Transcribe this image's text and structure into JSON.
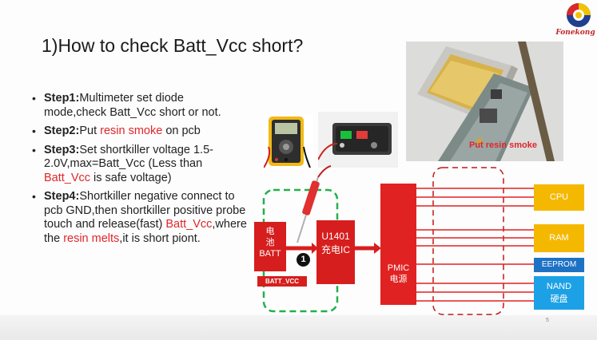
{
  "slide": {
    "title": "1)How to check Batt_Vcc short?",
    "logo_text": "Fonekong",
    "page_number": "5"
  },
  "steps": [
    {
      "label": "Step1:",
      "parts": [
        {
          "text": "Multimeter set diode mode,check Batt_Vcc short or not.",
          "highlight": false
        }
      ]
    },
    {
      "label": "Step2:",
      "parts": [
        {
          "text": "Put ",
          "highlight": false
        },
        {
          "text": "resin smoke",
          "highlight": true
        },
        {
          "text": " on pcb",
          "highlight": false
        }
      ]
    },
    {
      "label": "Step3:",
      "parts": [
        {
          "text": "Set shortkiller voltage 1.5-2.0V,max=Batt_Vcc (Less than ",
          "highlight": false
        },
        {
          "text": "Batt_Vcc",
          "highlight": true
        },
        {
          "text": " is safe voltage)",
          "highlight": false
        }
      ]
    },
    {
      "label": "Step4:",
      "parts": [
        {
          "text": "Shortkiller negative connect to pcb GND,then shortkiller positive probe touch and release(fast) ",
          "highlight": false
        },
        {
          "text": "Batt_Vcc",
          "highlight": true
        },
        {
          "text": ",where the ",
          "highlight": false
        },
        {
          "text": "resin melts",
          "highlight": true
        },
        {
          "text": ",it is short piont.",
          "highlight": false
        }
      ]
    }
  ],
  "photos": {
    "resin_label": "Put resin smoke"
  },
  "diagram": {
    "battery": {
      "line1": "电",
      "line2": "池",
      "line3": "BATT"
    },
    "battery_tag": "BATT_VCC",
    "charger": {
      "line1": "U1401",
      "line2": "充电IC"
    },
    "marker": "1",
    "pmic": {
      "line1": "PMIC",
      "line2": "电源"
    },
    "cpu": "CPU",
    "ram": "RAM",
    "eeprom": "EEPROM",
    "nand": {
      "line1": "NAND",
      "line2": "硬盘"
    }
  },
  "colors": {
    "accent_red": "#e0262a",
    "block_red": "#d71e1e",
    "green_dash": "#22b14c",
    "yellow": "#f5b800",
    "blue": "#1e72c4",
    "light_blue": "#1da1e6"
  }
}
